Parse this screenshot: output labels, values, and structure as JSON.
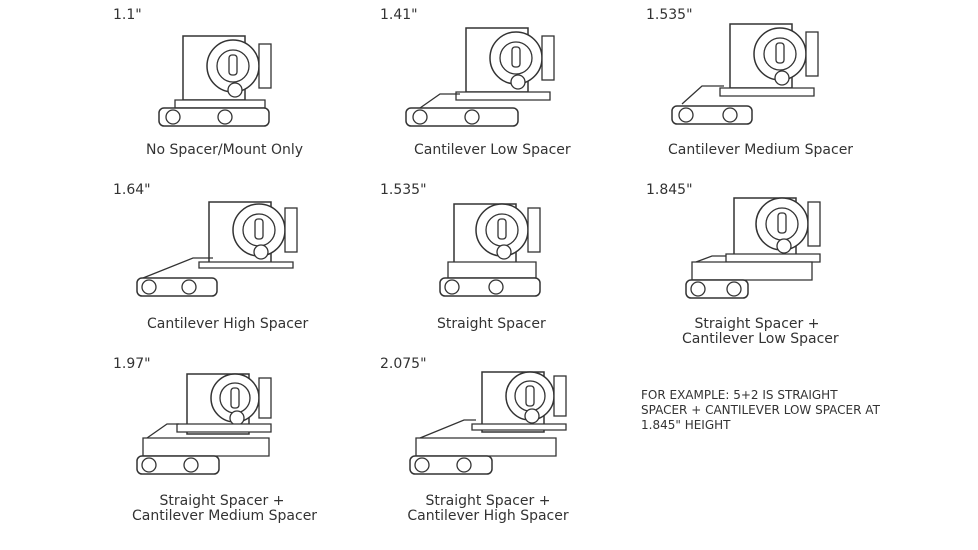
{
  "configs": [
    {
      "height": "1.1\"",
      "caption": [
        "No Spacer/Mount Only"
      ]
    },
    {
      "height": "1.41\"",
      "caption": [
        "Cantilever Low Spacer"
      ]
    },
    {
      "height": "1.535\"",
      "caption": [
        "Cantilever Medium Spacer"
      ]
    },
    {
      "height": "1.64\"",
      "caption": [
        "Cantilever High Spacer"
      ]
    },
    {
      "height": "1.535\"",
      "caption": [
        "Straight Spacer"
      ]
    },
    {
      "height": "1.845\"",
      "caption": [
        "Straight Spacer +",
        "Cantilever Low Spacer"
      ]
    },
    {
      "height": "1.97\"",
      "caption": [
        "Straight Spacer +",
        "Cantilever Medium Spacer"
      ]
    },
    {
      "height": "2.075\"",
      "caption": [
        "Straight Spacer +",
        "Cantilever High Spacer"
      ]
    }
  ],
  "note": {
    "line1": "FOR EXAMPLE: 5+2 IS STRAIGHT",
    "line2": "SPACER + CANTILEVER LOW SPACER AT",
    "line3": "1.845\" HEIGHT"
  },
  "icons": {
    "optic": "red-dot-optic-icon",
    "mount": "picatinny-mount-icon",
    "spacer": "spacer-icon"
  }
}
